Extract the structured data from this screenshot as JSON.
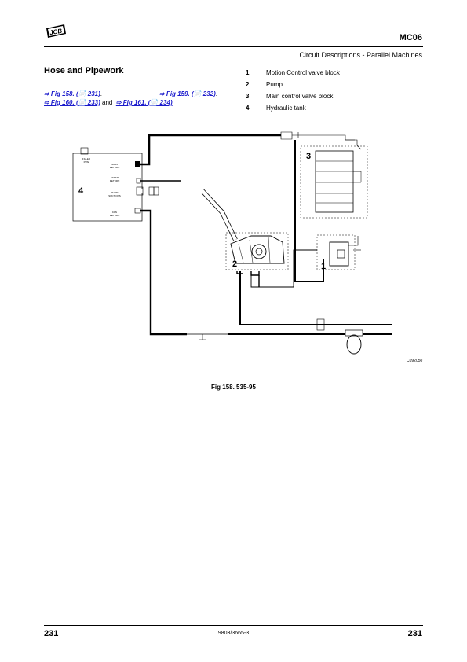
{
  "header": {
    "logo_text": "JCB",
    "section_code": "MC06",
    "subtitle": "Circuit Descriptions - Parallel Machines"
  },
  "title": "Hose and Pipework",
  "cross_refs": [
    {
      "label": "⇨ Fig 158. (📄 231)",
      "suffix": "."
    },
    {
      "label": "⇨ Fig 159. (📄 232)",
      "suffix": "."
    },
    {
      "label": "⇨ Fig 160. (📄 233)",
      "suffix": " and"
    },
    {
      "label": "⇨ Fig 161. (📄 234)",
      "suffix": ""
    }
  ],
  "legend": [
    {
      "num": "1",
      "text": "Motion Control valve block"
    },
    {
      "num": "2",
      "text": "Pump"
    },
    {
      "num": "3",
      "text": "Main control valve block"
    },
    {
      "num": "4",
      "text": "Hydraulic tank"
    }
  ],
  "diagram": {
    "callouts": [
      "1",
      "2",
      "3",
      "4"
    ],
    "tank_labels": {
      "filler": [
        "FILLER",
        "PIPE"
      ],
      "main_return": [
        "MAIN",
        "RETURN"
      ],
      "steer_return": [
        "STEER",
        "RETURN"
      ],
      "pump_suctions": [
        "PUMP",
        "SUCTIONS"
      ],
      "fan_return": [
        "FAN",
        "RETURN"
      ]
    },
    "image_id": "C092050"
  },
  "caption": "Fig 158. 535-95",
  "footer": {
    "page_left": "231",
    "doc_number": "9803/3665-3",
    "page_right": "231"
  }
}
